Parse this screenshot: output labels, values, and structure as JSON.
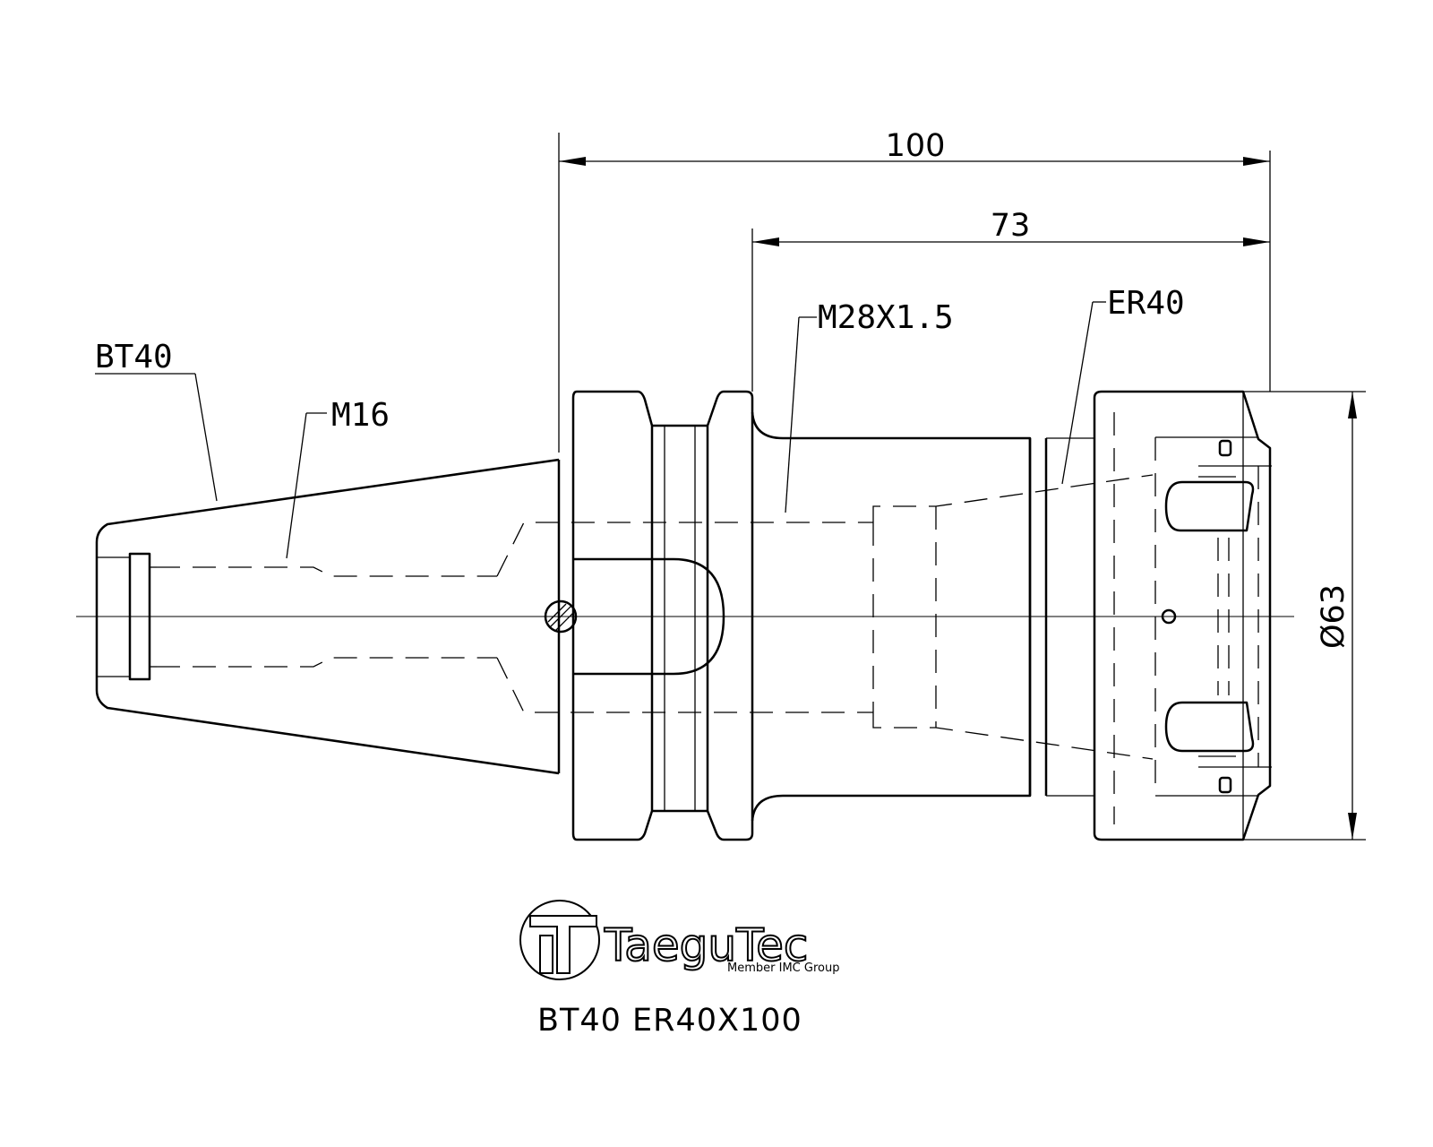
{
  "dimensions": {
    "overall_length": "100",
    "gauge_to_nose": "73",
    "nut_diameter": "Ø63"
  },
  "callouts": {
    "taper": "BT40",
    "retention_thread": "M16",
    "nut_thread": "M28X1.5",
    "collet": "ER40"
  },
  "logo": {
    "brand": "TaeguTec",
    "tagline": "Member IMC Group"
  },
  "model": "BT40  ER40X100"
}
